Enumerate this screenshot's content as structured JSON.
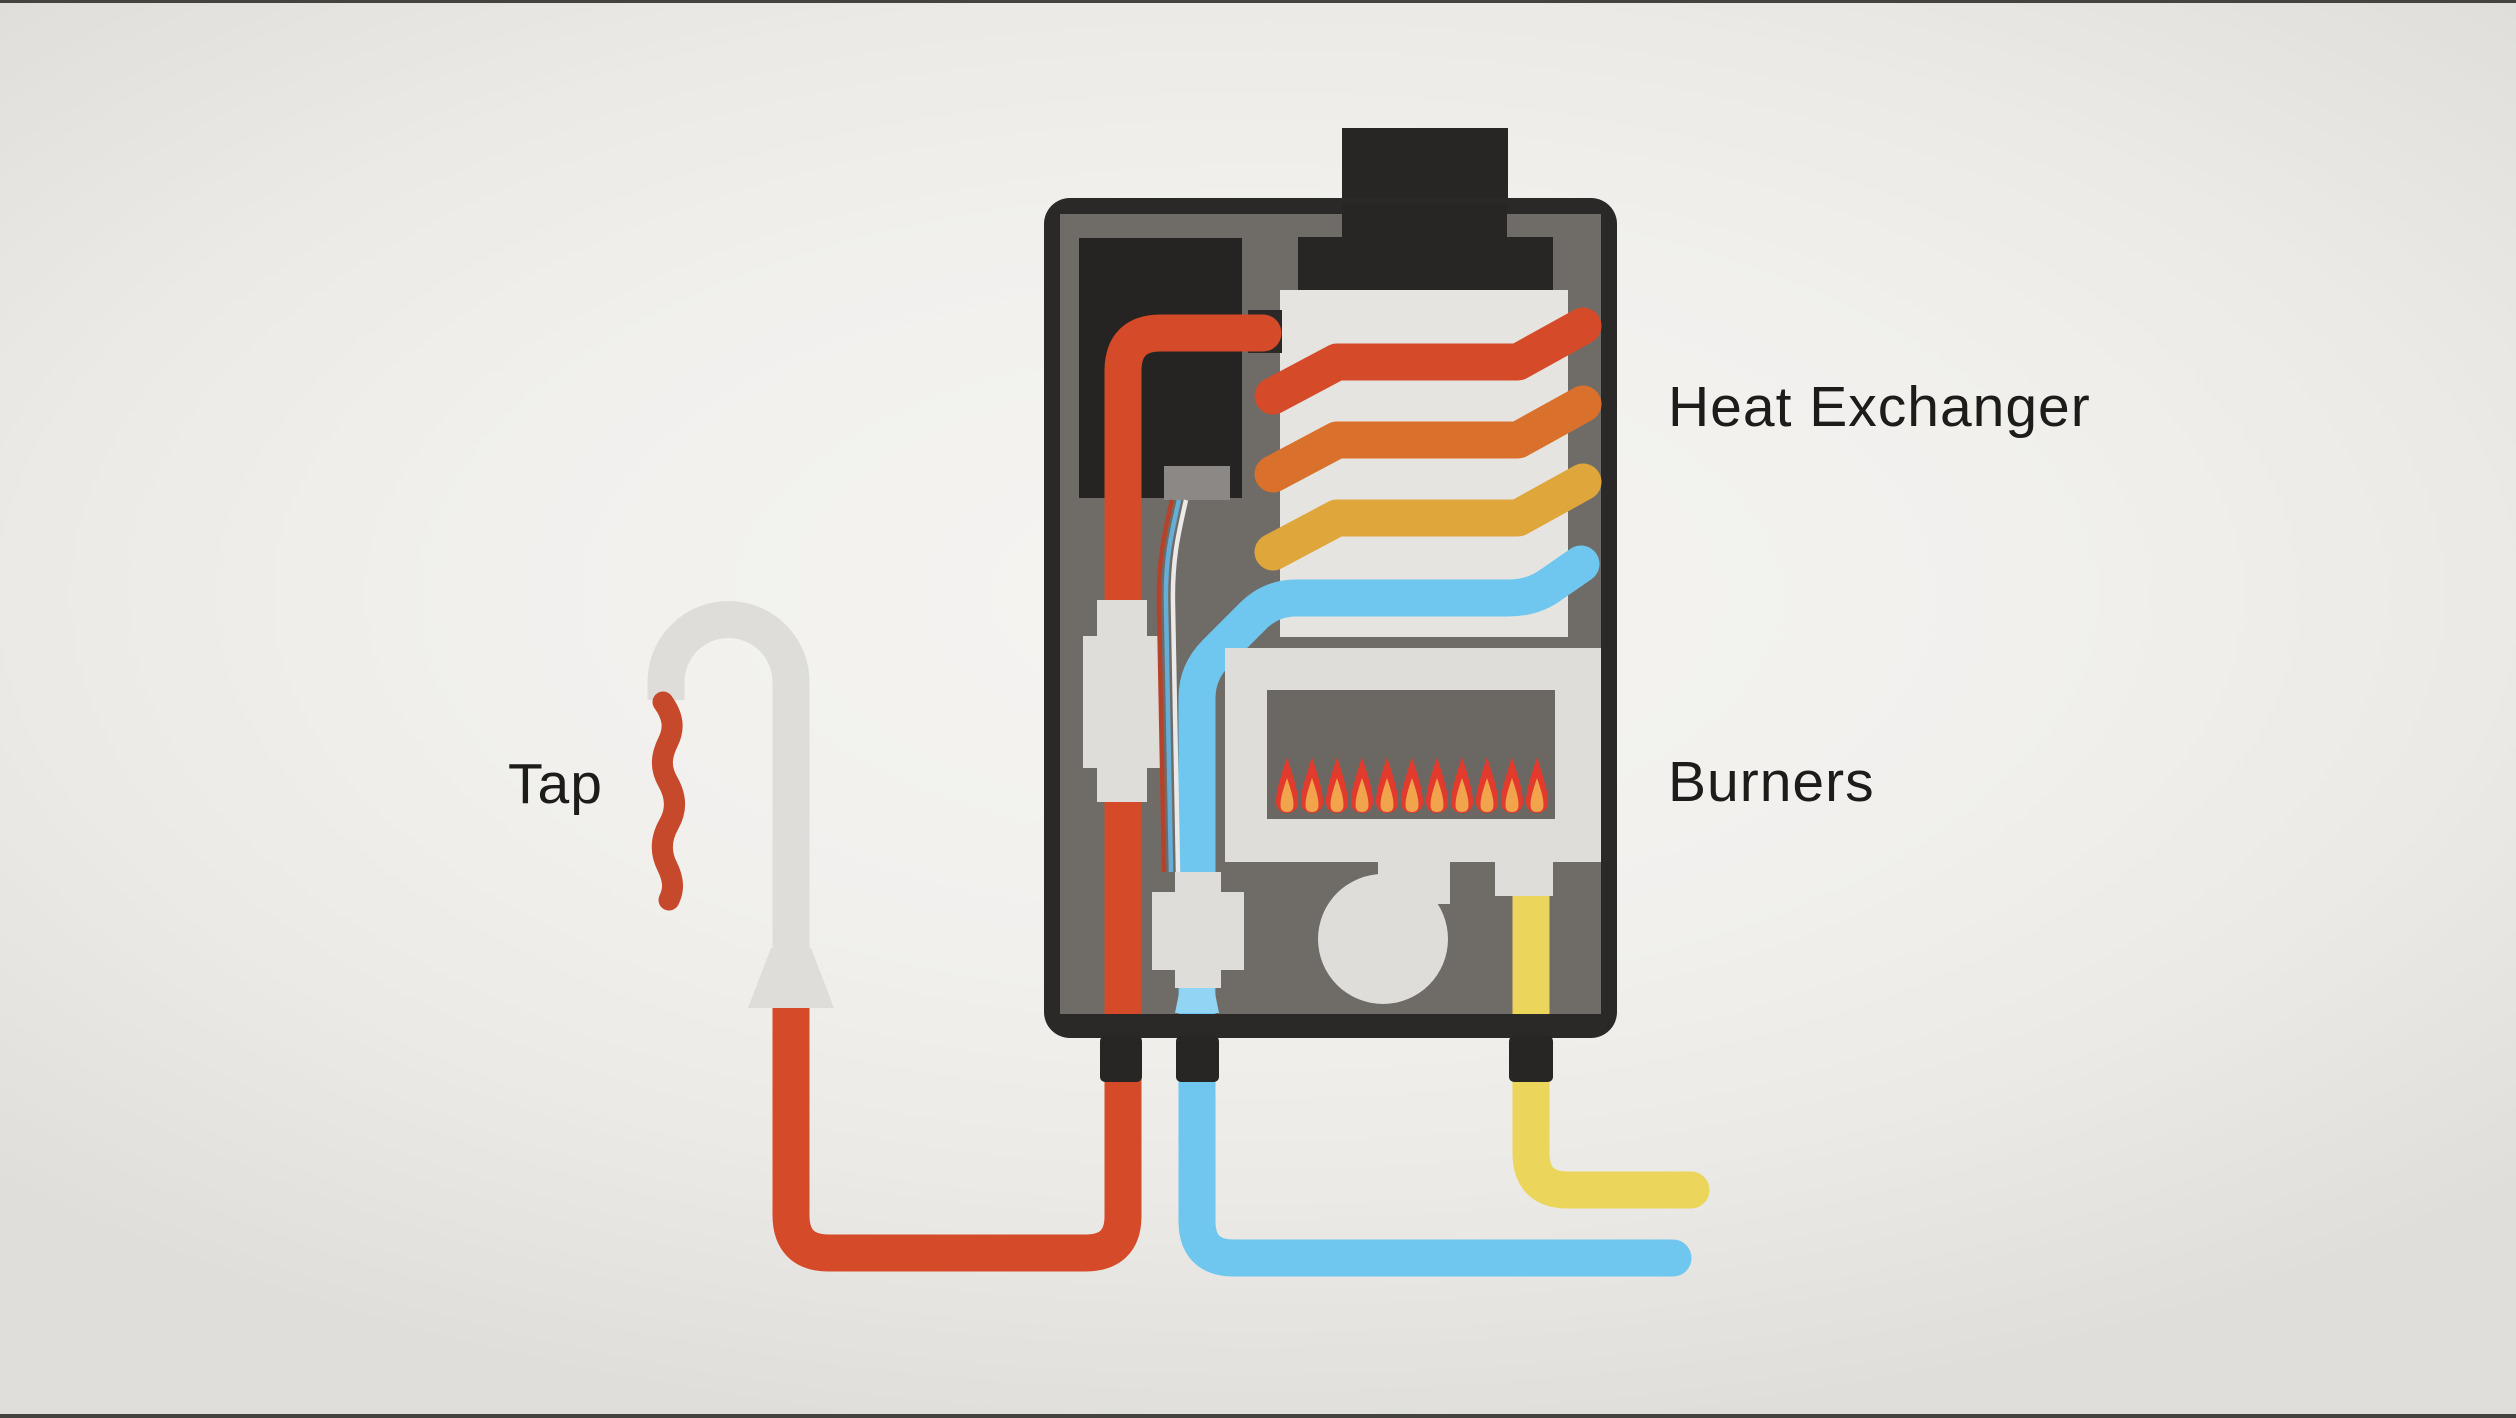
{
  "labels": {
    "tap": "Tap",
    "heat_exchanger": "Heat Exchanger",
    "burners": "Burners"
  },
  "burners": {
    "flame_count": 11
  },
  "colors": {
    "text": "#1d1c1a",
    "boiler_shell": "#2a2927",
    "boiler_interior": "#6f6c68",
    "flue_black": "#272624",
    "control_box": "#262422",
    "control_port_gray": "#8b8885",
    "panel_white": "#e6e4e0",
    "component_light": "#dfddd9",
    "burner_window": "#6b6864",
    "hot_water_red": "#d54a28",
    "tap_water_red": "#c6492c",
    "exchanger_orange": "#d9702b",
    "exchanger_gold": "#dfa63b",
    "cold_water_blue": "#6fc6ee",
    "valve_flare_blue": "#92d4f3",
    "gas_yellow": "#ebd55b",
    "flame_red": "#e23b2e",
    "flame_orange": "#f2a44c",
    "wire_red": "#b5432c",
    "wire_blue": "#64aed8",
    "wire_white": "#eceae8",
    "letterbox_bar": "#44433f"
  }
}
